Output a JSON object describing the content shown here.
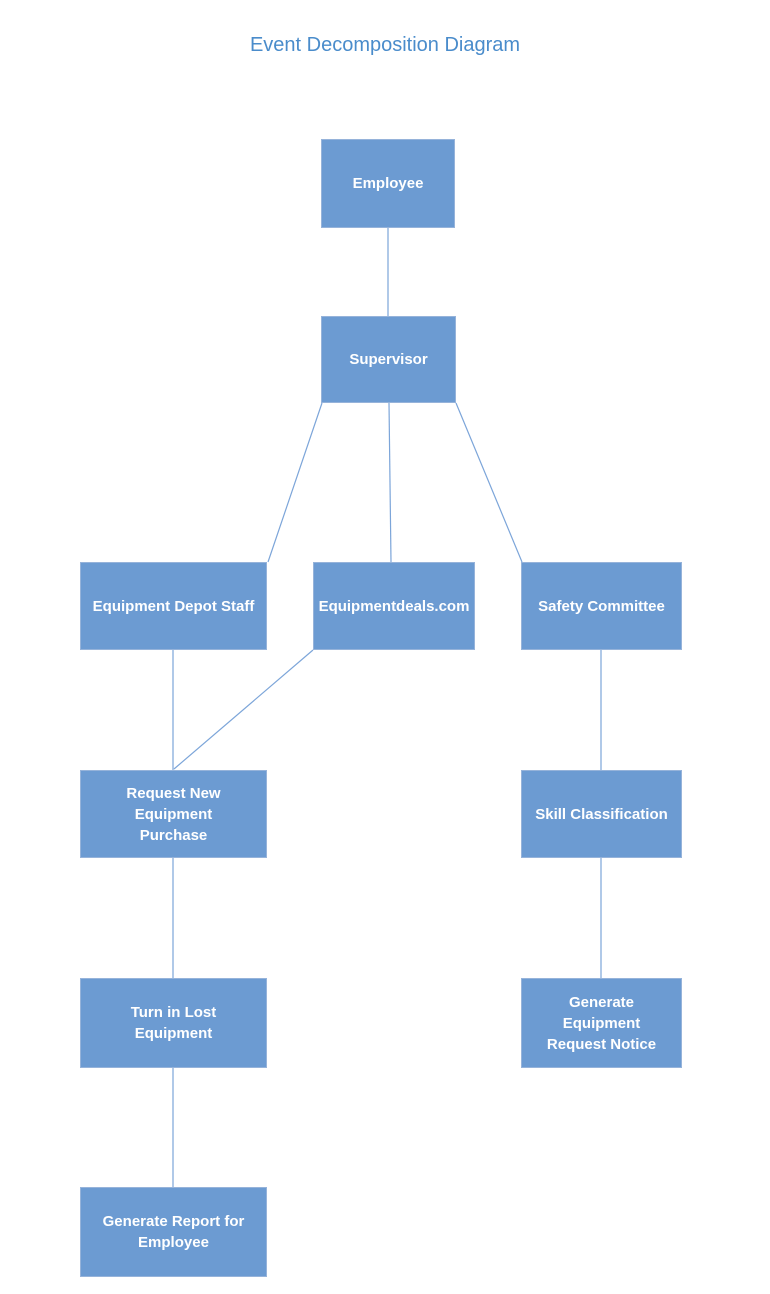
{
  "page": {
    "title": "Event Decomposition Diagram"
  },
  "colors": {
    "node_fill": "#6C9BD2",
    "node_border": "#96B3DA",
    "connector": "#7CA5D9",
    "title_text": "#4A8CCB",
    "node_text": "#FFFFFF",
    "background": "#FFFFFF"
  },
  "diagram": {
    "type": "event-decomposition-tree",
    "nodes": {
      "employee": {
        "label": "Employee"
      },
      "supervisor": {
        "label": "Supervisor"
      },
      "equipment_depot_staff": {
        "label": "Equipment Depot Staff"
      },
      "equipmentdeals_com": {
        "label": "Equipmentdeals.com"
      },
      "safety_committee": {
        "label": "Safety Committee"
      },
      "request_new_equipment_purchase": {
        "label": "Request New Equipment\nPurchase"
      },
      "skill_classification": {
        "label": "Skill Classification"
      },
      "turn_in_lost_equipment": {
        "label": "Turn in Lost\nEquipment"
      },
      "generate_equipment_request_notice": {
        "label": "Generate Equipment\nRequest Notice"
      },
      "generate_report_for_employee": {
        "label": "Generate Report for\nEmployee"
      }
    },
    "edges": [
      {
        "from": "employee",
        "to": "supervisor"
      },
      {
        "from": "supervisor",
        "to": "equipment_depot_staff"
      },
      {
        "from": "supervisor",
        "to": "equipmentdeals_com"
      },
      {
        "from": "supervisor",
        "to": "safety_committee"
      },
      {
        "from": "equipment_depot_staff",
        "to": "request_new_equipment_purchase"
      },
      {
        "from": "equipmentdeals_com",
        "to": "request_new_equipment_purchase"
      },
      {
        "from": "safety_committee",
        "to": "skill_classification"
      },
      {
        "from": "request_new_equipment_purchase",
        "to": "turn_in_lost_equipment"
      },
      {
        "from": "skill_classification",
        "to": "generate_equipment_request_notice"
      },
      {
        "from": "turn_in_lost_equipment",
        "to": "generate_report_for_employee"
      }
    ]
  }
}
